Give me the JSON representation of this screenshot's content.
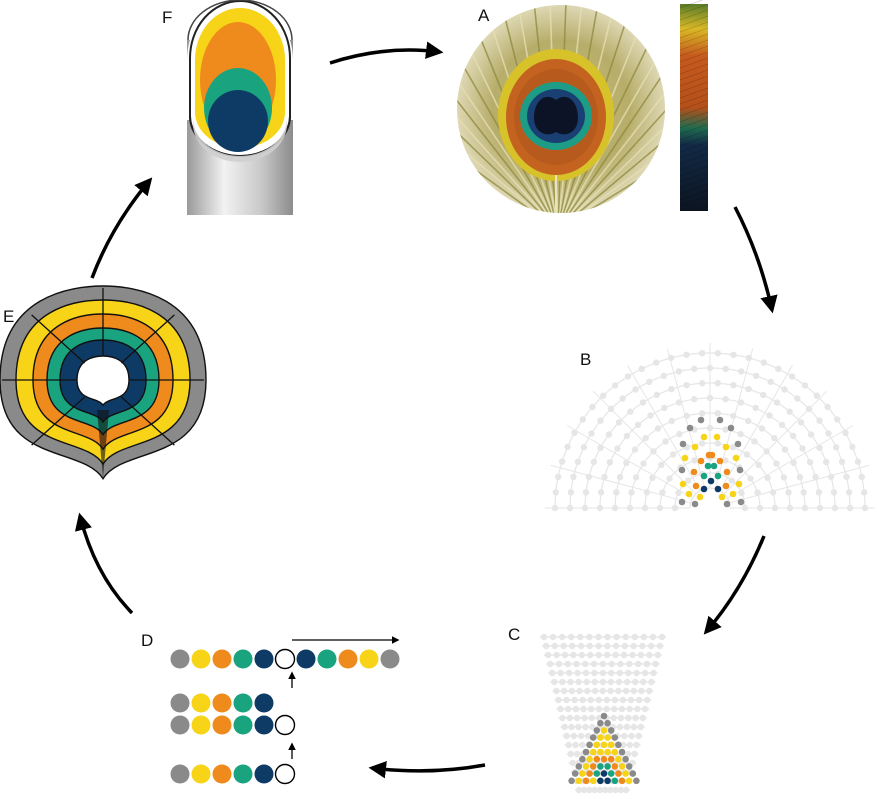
{
  "panels": {
    "a": {
      "label": "A"
    },
    "b": {
      "label": "B"
    },
    "c": {
      "label": "C"
    },
    "d": {
      "label": "D"
    },
    "e": {
      "label": "E"
    },
    "f": {
      "label": "F"
    }
  },
  "colors": {
    "gray": "#8a8a8a",
    "yellow": "#f7d417",
    "orange": "#ef8a1c",
    "green": "#1aa37f",
    "navy": "#0d3b66",
    "faint": "#e6e6e6"
  },
  "panel_d": {
    "rows": [
      [
        "gray",
        "yellow",
        "orange",
        "green",
        "navy",
        "empty",
        "navy",
        "green",
        "orange",
        "yellow",
        "gray"
      ],
      [
        "gray",
        "yellow",
        "orange",
        "green",
        "navy"
      ],
      [
        "gray",
        "yellow",
        "orange",
        "green",
        "navy",
        "empty"
      ],
      [
        "gray",
        "yellow",
        "orange",
        "green",
        "navy",
        "empty"
      ]
    ]
  }
}
